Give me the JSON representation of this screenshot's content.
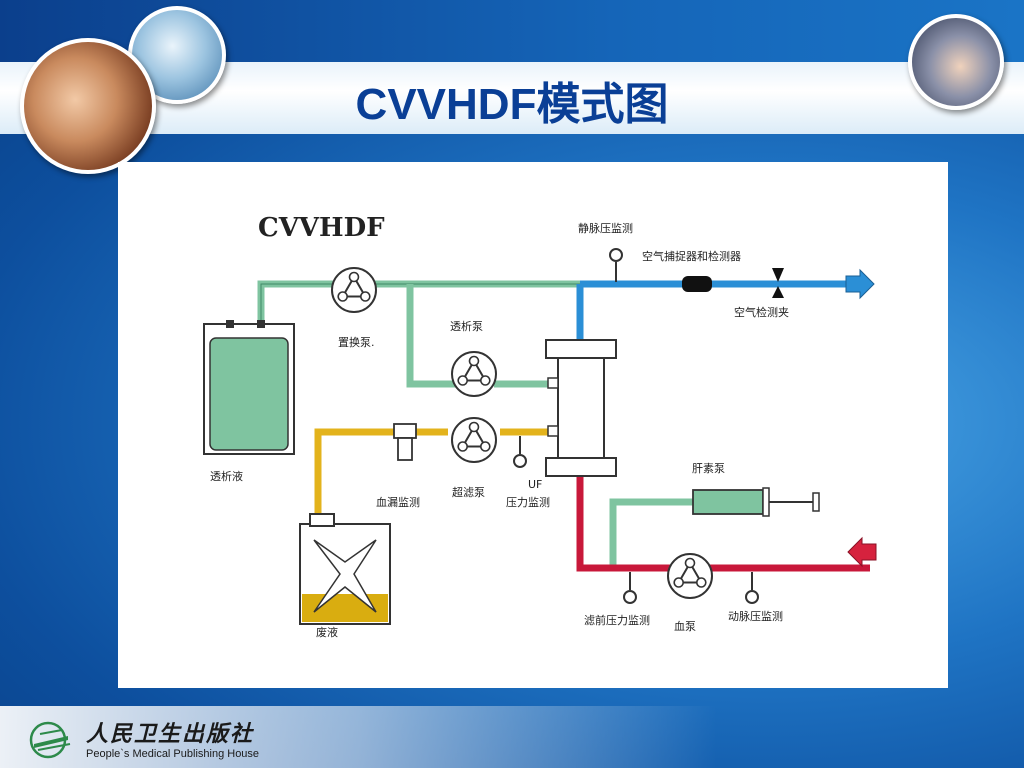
{
  "slide": {
    "title": "CVVHDF模式图"
  },
  "diagram": {
    "heading": "CVVHDF",
    "labels": {
      "venous_monitor": "静脉压监测",
      "air_detector": "空气捕捉器和检测器",
      "air_clamp": "空气检测夹",
      "replacement_pump": "置换泵.",
      "dialysate_pump": "透析泵",
      "dialysate_bag": "透析液",
      "blood_leak": "血漏监测",
      "ultrafiltration_pump": "超滤泵",
      "uf_label": "UF",
      "uf_pressure": "压力监测",
      "heparin_pump": "肝素泵",
      "waste": "废液",
      "prefilter_pressure": "滤前压力监测",
      "blood_pump": "血泵",
      "arterial_pressure": "动脉压监测"
    },
    "colors": {
      "replacement_line": "#7fc4a0",
      "dialysate_line": "#7fc4a0",
      "venous_line": "#2b8fd6",
      "effluent_line": "#e3b31c",
      "arterial_line": "#c8183a",
      "arrow_out": "#2b8fd6",
      "arrow_in": "#d6223e",
      "fluid_bag": "#7fc4a0",
      "waste_fluid": "#d9ad10"
    }
  },
  "footer": {
    "publisher_cn": "人民卫生出版社",
    "publisher_en": "People`s Medical Publishing House"
  }
}
